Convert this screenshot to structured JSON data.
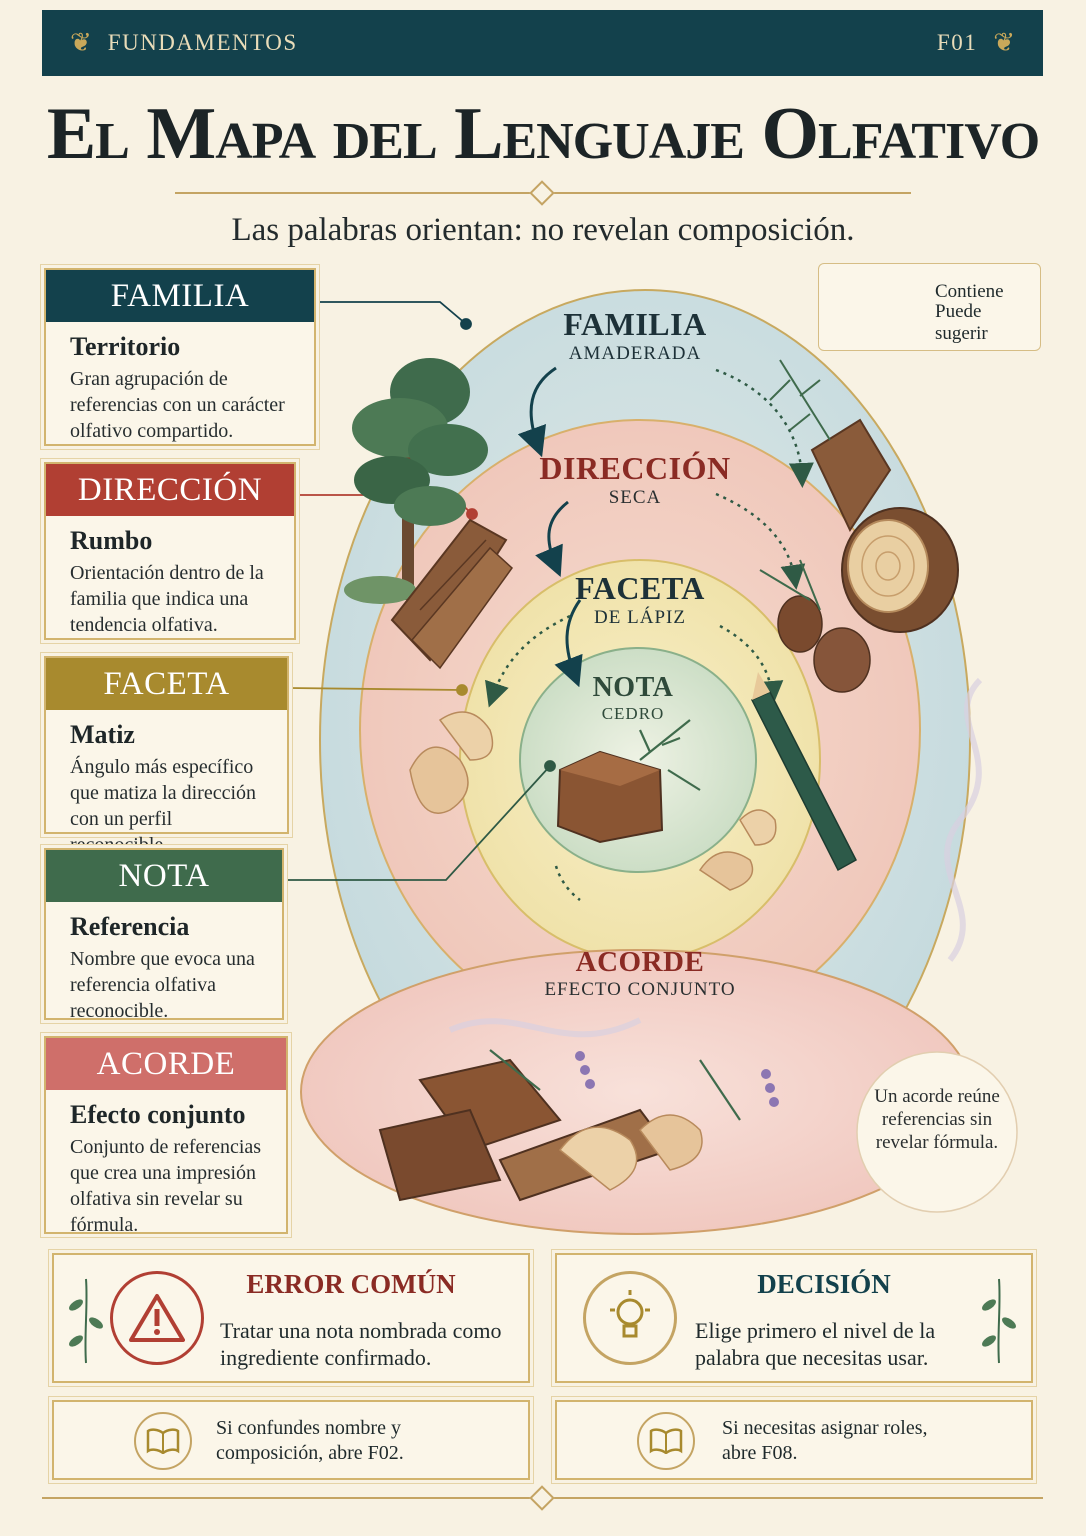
{
  "header": {
    "section": "FUNDAMENTOS",
    "code": "F01",
    "title": "El Mapa del Lenguaje Olfativo",
    "subtitle": "Las palabras orientan: no revelan composición."
  },
  "cards": [
    {
      "label": "FAMILIA",
      "term": "Territorio",
      "desc": "Gran agrupación de referencias con un carácter olfativo compartido.",
      "color": "#13414c"
    },
    {
      "label": "DIRECCIÓN",
      "term": "Rumbo",
      "desc": "Orientación dentro de la familia que indica una tendencia olfativa.",
      "color": "#b13f33"
    },
    {
      "label": "FACETA",
      "term": "Matiz",
      "desc": "Ángulo más específico que matiza la dirección con un perfil reconocible.",
      "color": "#a88a2e"
    },
    {
      "label": "NOTA",
      "term": "Referencia",
      "desc": "Nombre que evoca una referencia olfativa reconocible.",
      "color": "#3f6b4c"
    },
    {
      "label": "ACORDE",
      "term": "Efecto conjunto",
      "desc": "Conjunto de referencias que crea una impresión olfativa sin revelar su fórmula.",
      "color": "#cf6f6a"
    }
  ],
  "diagram": {
    "familia": {
      "title": "FAMILIA",
      "sub": "AMADERADA"
    },
    "direccion": {
      "title": "DIRECCIÓN",
      "sub": "SECA"
    },
    "faceta": {
      "title": "FACETA",
      "sub": "DE LÁPIZ"
    },
    "nota": {
      "title": "NOTA",
      "sub": "CEDRO"
    },
    "acorde": {
      "title": "ACORDE",
      "sub": "EFECTO CONJUNTO"
    },
    "acorde_note": "Un acorde reúne referencias sin revelar fórmula."
  },
  "legend": {
    "contains": "Contiene",
    "suggests": "Puede sugerir"
  },
  "panels": {
    "error": {
      "title": "ERROR COMÚN",
      "text": "Tratar una nota nombrada como ingrediente confirmado."
    },
    "decision": {
      "title": "DECISIÓN",
      "text": "Elige primero el nivel de la palabra que necesitas usar."
    },
    "link_f02": {
      "text": "Si confundes nombre y composición, abre F02."
    },
    "link_f08": {
      "text": "Si necesitas asignar roles, abre F08."
    }
  },
  "colors": {
    "navy": "#13414c",
    "red": "#b13f33",
    "ochre": "#a88a2e",
    "green": "#3f6b4c",
    "rose": "#cf6f6a",
    "gold": "#c4a463"
  }
}
